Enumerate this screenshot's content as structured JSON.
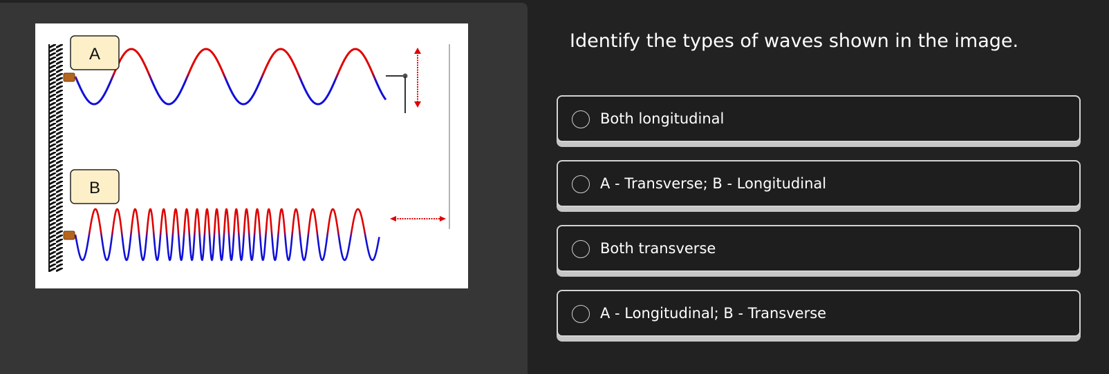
{
  "figure": {
    "labels": [
      "A",
      "B"
    ]
  },
  "question": {
    "text": "Identify the types of waves shown in the image."
  },
  "options": [
    {
      "label": "Both longitudinal",
      "selected": false
    },
    {
      "label": "A - Transverse; B - Longitudinal",
      "selected": false
    },
    {
      "label": "Both transverse",
      "selected": false
    },
    {
      "label": "A - Longitudinal; B - Transverse",
      "selected": false
    }
  ],
  "colors": {
    "crest": "#e00000",
    "trough": "#1010d8",
    "arrow": "#e00000",
    "label_fill": "#fdf0c8",
    "panel": "#363636",
    "background": "#222222"
  }
}
